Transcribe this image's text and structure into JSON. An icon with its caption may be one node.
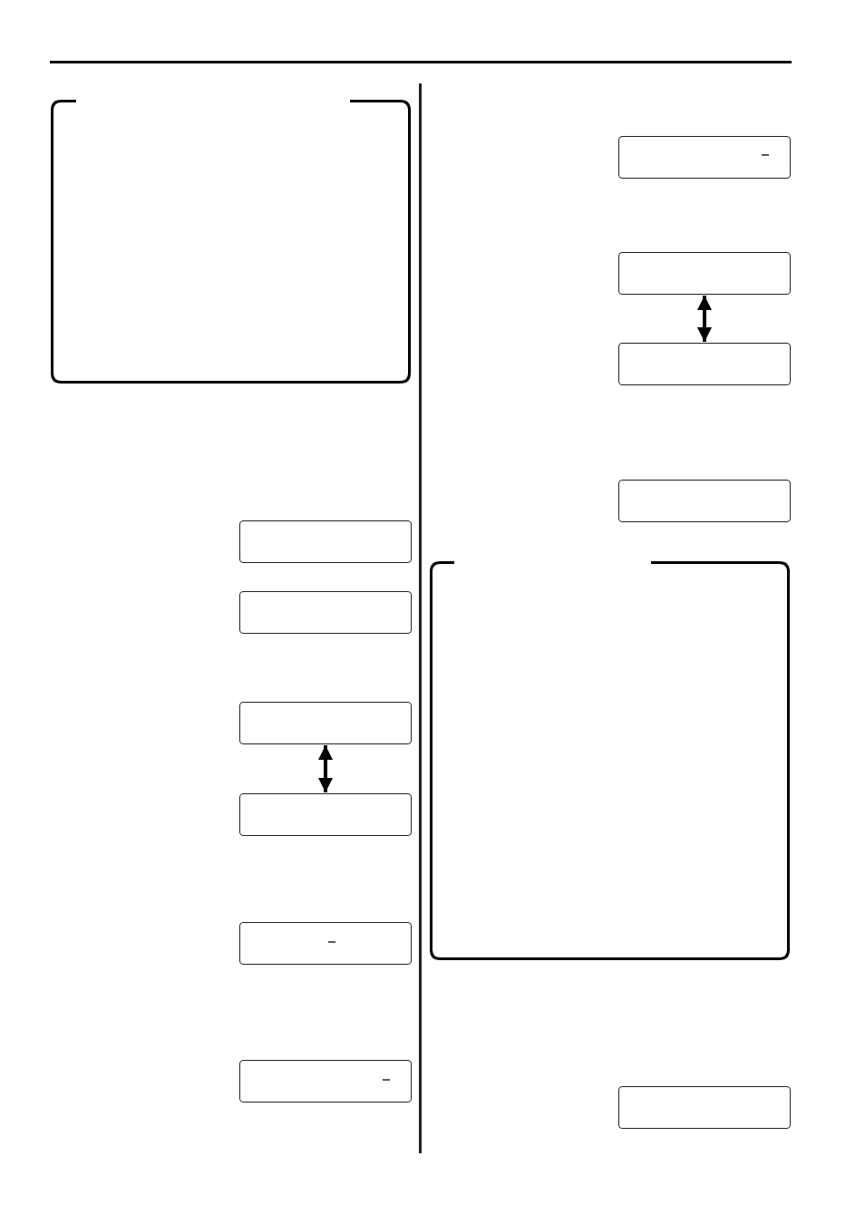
{
  "diagram": {
    "nodes": [
      {
        "text": [],
        "shape": "box"
      },
      {
        "text": [],
        "shape": "box"
      },
      {
        "text": [],
        "shape": "box"
      },
      {
        "text": [],
        "shape": "box"
      },
      {
        "text": [],
        "shape": "box"
      },
      {
        "text": [],
        "shape": "box"
      },
      {
        "text": [],
        "shape": "box"
      },
      {
        "text": [],
        "shape": "box"
      },
      {
        "text": [],
        "shape": "box"
      },
      {
        "text": [],
        "shape": "box"
      },
      {
        "text": [],
        "shape": "box"
      },
      {
        "text": [],
        "shape": "box"
      },
      {
        "text": [],
        "shape": "box"
      }
    ],
    "edges": [
      {
        "from": 3,
        "to": 4,
        "arrow": "both"
      },
      {
        "from": 8,
        "to": 9,
        "arrow": "both"
      }
    ]
  }
}
